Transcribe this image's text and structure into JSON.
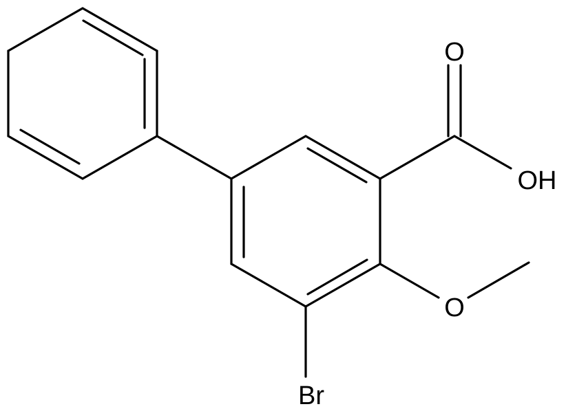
{
  "molecule": {
    "atom_labels": {
      "carbonyl_oxygen": "O",
      "hydroxyl": "OH",
      "methoxy_oxygen": "O",
      "bromine": "Br"
    }
  },
  "colors": {
    "bond": "#000000",
    "label": "#000000",
    "background": "#ffffff"
  }
}
